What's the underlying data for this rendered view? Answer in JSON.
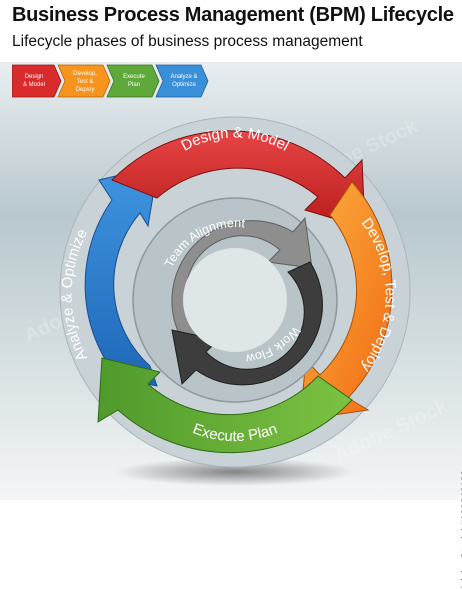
{
  "header": {
    "title": "Business Process Management (BPM) Lifecycle",
    "subtitle": "Lifecycle phases of business process management"
  },
  "legend": [
    {
      "label_line1": "Design",
      "label_line2": "& Model",
      "color": "#d92b2b"
    },
    {
      "label_line1": "Develop,",
      "label_line2": "Test &",
      "label_line3": "Deploy",
      "color": "#f7941d"
    },
    {
      "label_line1": "Execute",
      "label_line2": "Plan",
      "color": "#5fa83a"
    },
    {
      "label_line1": "Analyze &",
      "label_line2": "Optimize",
      "color": "#3a8fd9"
    }
  ],
  "phases": {
    "design": {
      "label": "Design & Model",
      "color": "#d92b2b"
    },
    "develop": {
      "label": "Develop, Test & Deploy",
      "color": "#f7941d"
    },
    "execute": {
      "label": "Execute Plan",
      "color": "#5fa83a"
    },
    "analyze": {
      "label": "Analyze & Optimize",
      "color": "#2f7fd0"
    }
  },
  "inner": {
    "team_alignment": {
      "label": "Team Alignment",
      "color": "#8c8c8c"
    },
    "work_flow": {
      "label": "Work Flow",
      "color": "#3c3c3c"
    }
  },
  "stock_id": "Adobe Stock | #196246198",
  "watermark": "Adobe Stock"
}
